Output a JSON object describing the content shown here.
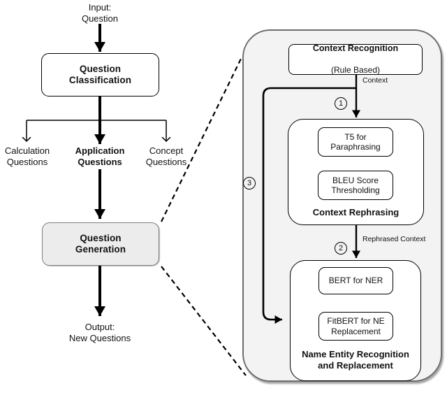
{
  "figure": {
    "description": "Question generation pipeline flowchart with zoomed detail panel"
  },
  "left_flow": {
    "input_label": "Input:\nQuestion",
    "classification_box": "Question\nClassification",
    "branch_calculation": "Calculation\nQuestions",
    "branch_application": "Application\nQuestions",
    "branch_concept": "Concept\nQuestions",
    "generation_box": "Question\nGeneration",
    "output_label": "Output:\nNew Questions"
  },
  "detail_panel": {
    "context_recognition_title": "Context Recognition",
    "context_recognition_subtitle": "(Rule Based)",
    "context_label": "Context",
    "step_1": "1",
    "t5_box": "T5 for\nParaphrasing",
    "bleu_box": "BLEU Score\nThresholding",
    "context_rephrasing_label": "Context Rephrasing",
    "rephrased_context_label": "Rephrased Context",
    "step_2": "2",
    "bert_box": "BERT for NER",
    "fitbert_box": "FitBERT for NE\nReplacement",
    "ner_label": "Name Entity Recognition\nand Replacement",
    "step_3": "3"
  },
  "colors": {
    "background": "#ffffff",
    "panel_fill": "#f3f3f3",
    "panel_border": "#6e6e6e",
    "generation_box_fill": "#ececec",
    "box_fill": "#ffffff",
    "line": "#000000"
  }
}
